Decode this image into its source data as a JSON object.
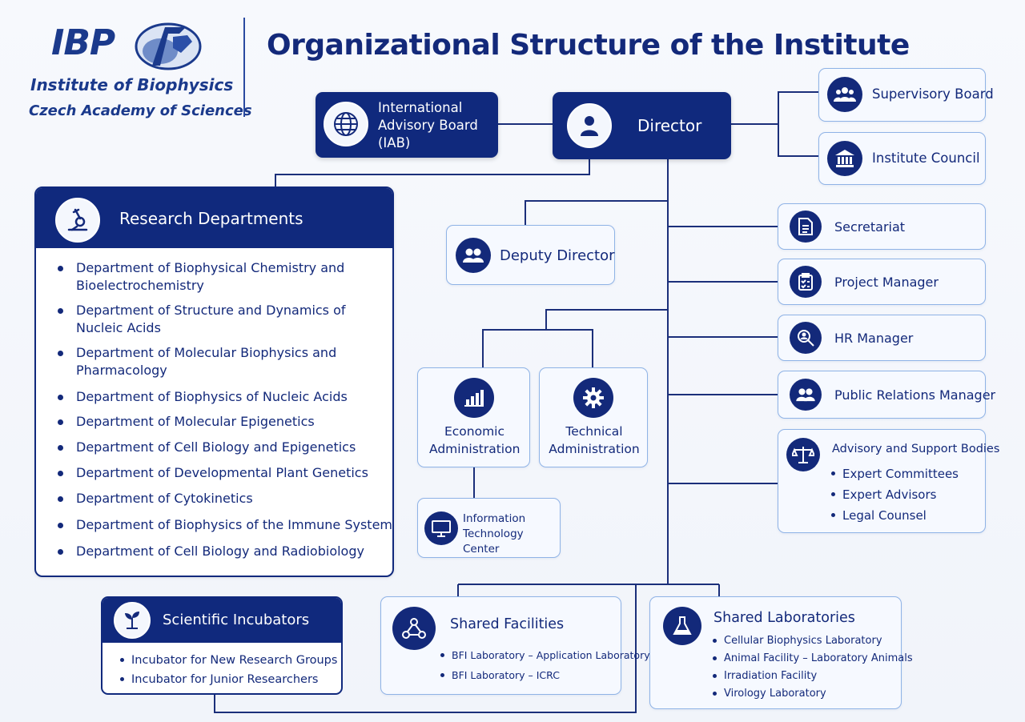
{
  "logo": {
    "abbr": "IBP",
    "name": "Institute of Biophysics",
    "academy": "Czech Academy of Sciences"
  },
  "title": "Organizational Structure of the Institute",
  "nodes": {
    "iab": "International Advisory Board (IAB)",
    "director": "Director",
    "supervisory_board": "Supervisory Board",
    "institute_council": "Institute Council",
    "deputy_director": "Deputy Director",
    "secretariat": "Secretariat",
    "project_manager": "Project Manager",
    "hr_manager": "HR Manager",
    "pr_manager": "Public Relations Manager",
    "advisory": {
      "title": "Advisory and Support Bodies",
      "items": [
        "Expert Committees",
        "Expert Advisors",
        "Legal Counsel"
      ]
    },
    "economic_admin": "Economic Administration",
    "technical_admin": "Technical Administration",
    "it_center": "Information Technology Center",
    "research": {
      "title": "Research Departments",
      "departments": [
        "Department of Biophysical Chemistry and Bioelectrochemistry",
        "Department of Structure and Dynamics of Nucleic Acids",
        "Department of Molecular Biophysics and Pharmacology",
        "Department of Biophysics of Nucleic Acids",
        "Department of Molecular Epigenetics",
        "Department of Cell Biology and Epigenetics",
        "Department of Developmental Plant Genetics",
        "Department of Cytokinetics",
        "Department of Biophysics of the Immune System",
        "Department of Cell Biology and Radiobiology"
      ]
    },
    "incubators": {
      "title": "Scientific Incubators",
      "items": [
        "Incubator for New Research Groups",
        "Incubator for Junior Researchers"
      ]
    },
    "shared_facilities": {
      "title": "Shared Facilities",
      "items": [
        "BFI Laboratory – Application Laboratory",
        "BFI Laboratory – ICRC"
      ]
    },
    "shared_labs": {
      "title": "Shared Laboratories",
      "items": [
        "Cellular Biophysics Laboratory",
        "Animal Facility – Laboratory Animals",
        "Irradiation Facility",
        "Virology Laboratory"
      ]
    }
  },
  "icons": {
    "iab": "globe-icon",
    "director": "person-icon",
    "supervisory_board": "group-icon",
    "institute_council": "building-icon",
    "deputy_director": "people-icon",
    "secretariat": "document-icon",
    "project_manager": "clipboard-icon",
    "hr_manager": "search-person-icon",
    "pr_manager": "people-icon",
    "advisory": "scales-icon",
    "economic_admin": "bar-chart-icon",
    "technical_admin": "gear-icon",
    "it_center": "monitor-icon",
    "research": "microscope-icon",
    "incubators": "sprout-icon",
    "shared_facilities": "network-icon",
    "shared_labs": "flask-icon"
  },
  "colors": {
    "navy": "#10297d",
    "light_box": "#f6f9ff",
    "border": "#8fb3e6",
    "line": "#1b2f7a"
  }
}
